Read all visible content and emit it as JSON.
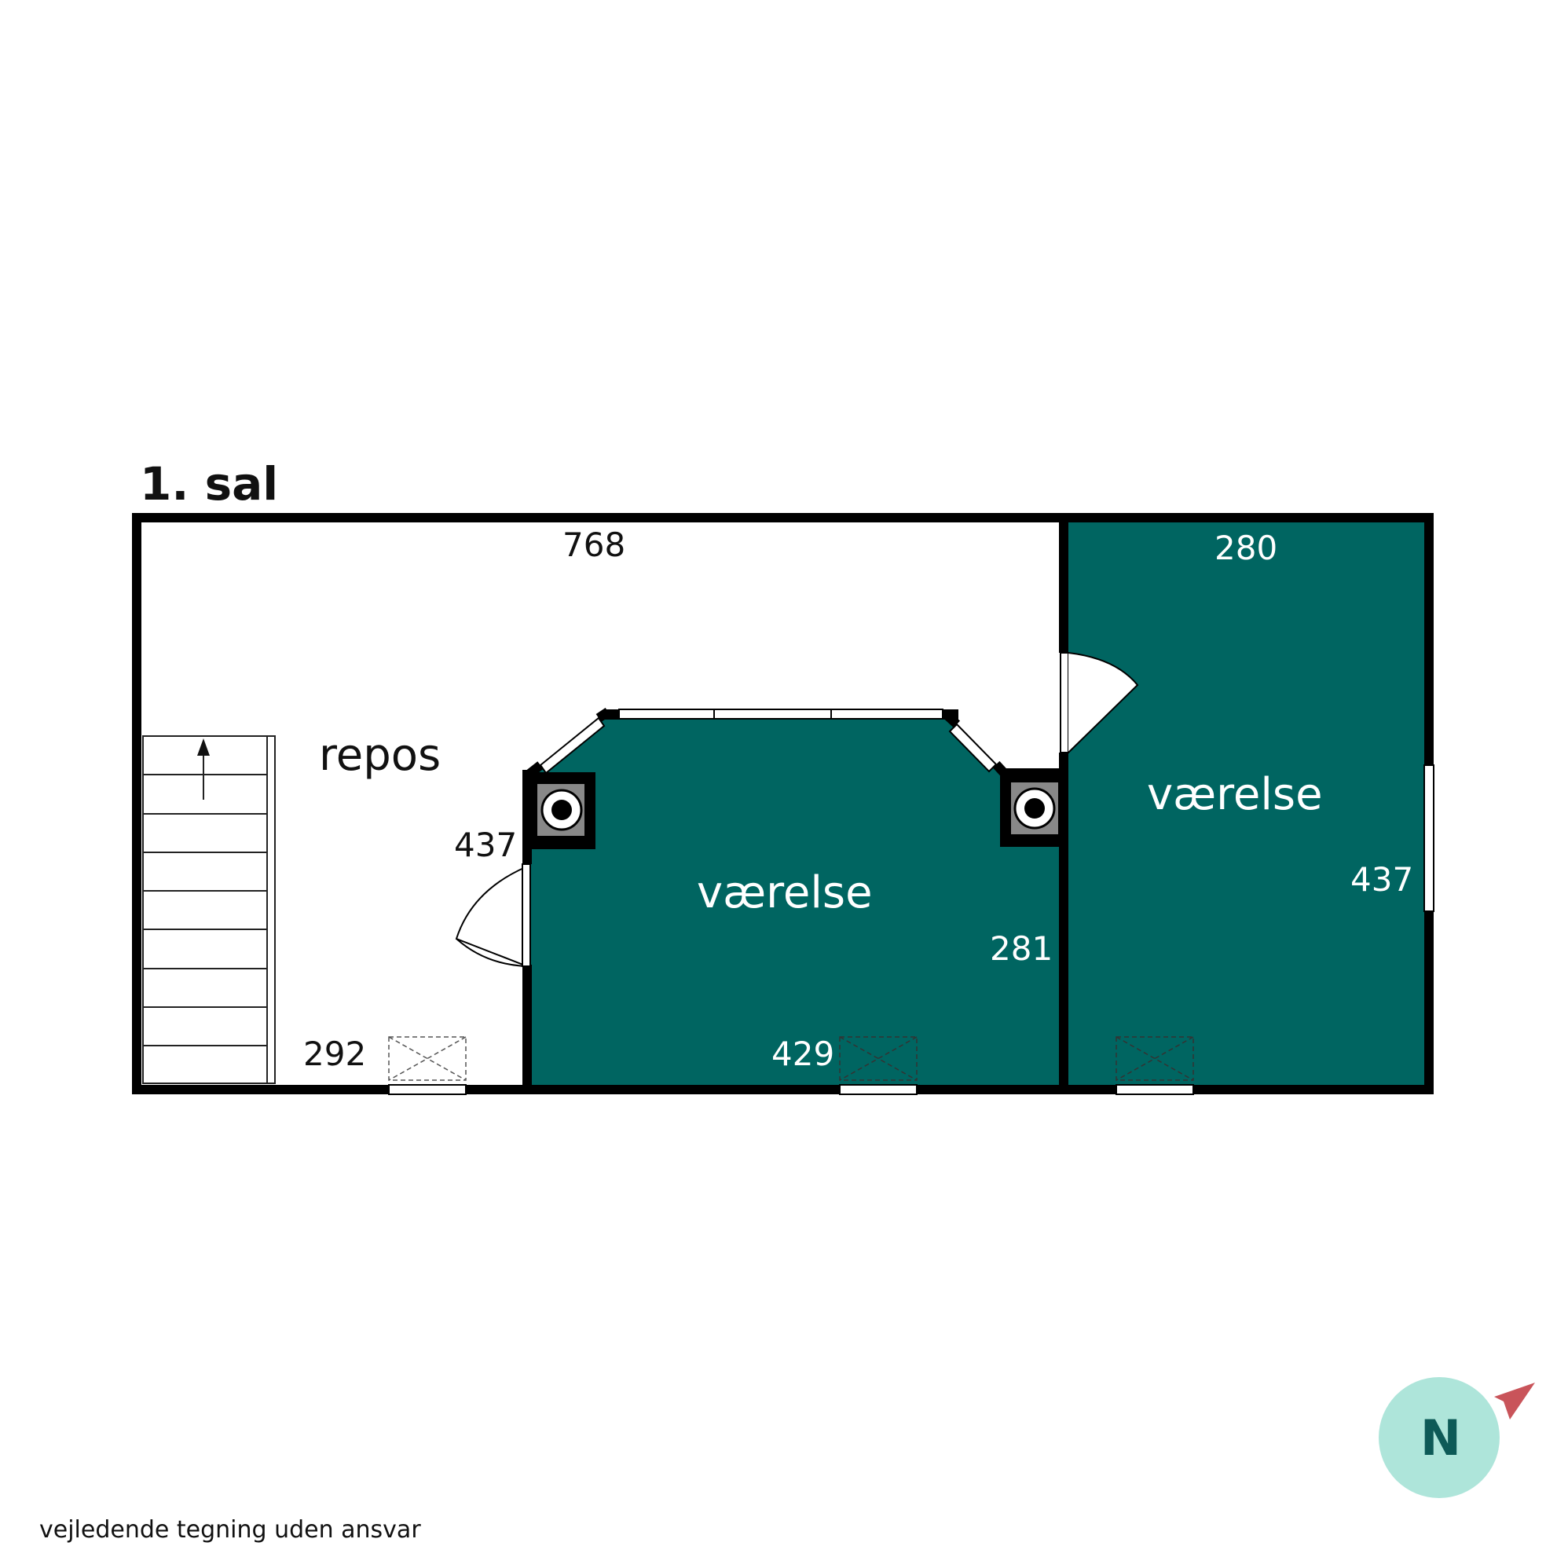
{
  "floor_label": "1. sal",
  "rooms": [
    {
      "name": "repos",
      "dims": [
        "768",
        "437",
        "292"
      ]
    },
    {
      "name": "værelse",
      "dims": [
        "429",
        "281"
      ]
    },
    {
      "name": "værelse",
      "dims": [
        "280",
        "437"
      ]
    }
  ],
  "disclaimer": "vejledende tegning uden ansvar",
  "compass": {
    "letter": "N"
  },
  "colors": {
    "room_fill": "#006561",
    "wall": "#000000",
    "compass_circle": "#aee5da",
    "compass_letter": "#0d5a57",
    "compass_arrow": "#c9545a",
    "fixture_fill": "#888888"
  }
}
